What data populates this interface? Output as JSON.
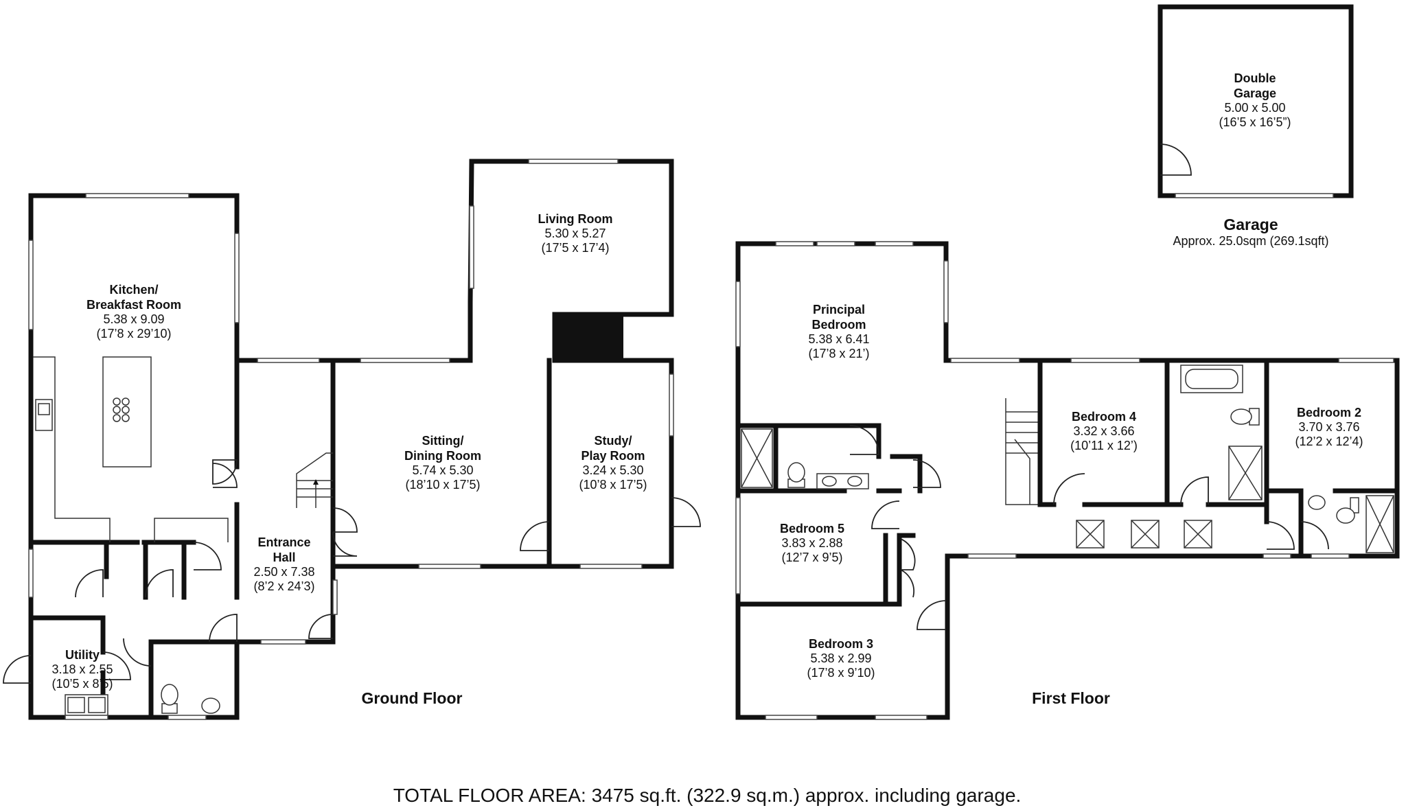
{
  "rooms": {
    "kitchen": {
      "name1": "Kitchen/",
      "name2": "Breakfast Room",
      "metric": "5.38 x 9.09",
      "imperial": "(17’8 x 29’10)"
    },
    "living": {
      "name": "Living Room",
      "metric": "5.30 x 5.27",
      "imperial": "(17’5 x 17’4)"
    },
    "sitting": {
      "name1": "Sitting/",
      "name2": "Dining Room",
      "metric": "5.74 x 5.30",
      "imperial": "(18’10 x 17’5)"
    },
    "study": {
      "name1": "Study/",
      "name2": "Play Room",
      "metric": "3.24 x 5.30",
      "imperial": "(10’8 x 17’5)"
    },
    "entrance": {
      "name1": "Entrance",
      "name2": "Hall",
      "metric": "2.50 x 7.38",
      "imperial": "(8’2 x 24’3)"
    },
    "utility": {
      "name": "Utility",
      "metric": "3.18 x 2.55",
      "imperial": "(10’5 x 8’5)"
    },
    "principal": {
      "name1": "Principal",
      "name2": "Bedroom",
      "metric": "5.38 x 6.41",
      "imperial": "(17’8 x 21’)"
    },
    "bed4": {
      "name": "Bedroom 4",
      "metric": "3.32 x 3.66",
      "imperial": "(10’11 x 12’)"
    },
    "bed2": {
      "name": "Bedroom 2",
      "metric": "3.70 x 3.76",
      "imperial": "(12’2 x 12’4)"
    },
    "bed5": {
      "name": "Bedroom 5",
      "metric": "3.83 x 2.88",
      "imperial": "(12’7 x 9’5)"
    },
    "bed3": {
      "name": "Bedroom 3",
      "metric": "5.38 x 2.99",
      "imperial": "(17’8 x 9’10)"
    },
    "garage": {
      "name1": "Double",
      "name2": "Garage",
      "metric": "5.00 x 5.00",
      "imperial": "(16’5 x 16’5”)"
    }
  },
  "labels": {
    "ground_floor": "Ground Floor",
    "first_floor": "First Floor",
    "garage_title": "Garage",
    "garage_area": "Approx. 25.0sqm (269.1sqft)"
  },
  "footer": {
    "total": "TOTAL FLOOR AREA: 3475 sq.ft. (322.9 sq.m.) approx. including garage."
  }
}
